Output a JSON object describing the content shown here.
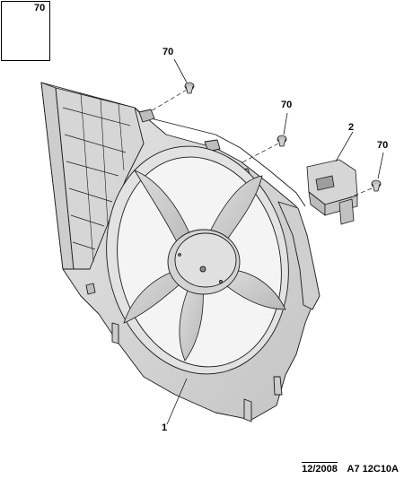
{
  "callouts": {
    "inset_ref": "70",
    "screw_top": "70",
    "screw_mid": "70",
    "resistor_ref": "2",
    "screw_right": "70",
    "fan_assembly_ref": "1"
  },
  "footer": {
    "date": "12/2008",
    "code": "A7 12C10A"
  },
  "colors": {
    "line": "#1a1a1a",
    "shroud_fill": "#d9d9d9",
    "blade_fill": "#cfcfcf",
    "shadow": "#b8b8b8"
  }
}
